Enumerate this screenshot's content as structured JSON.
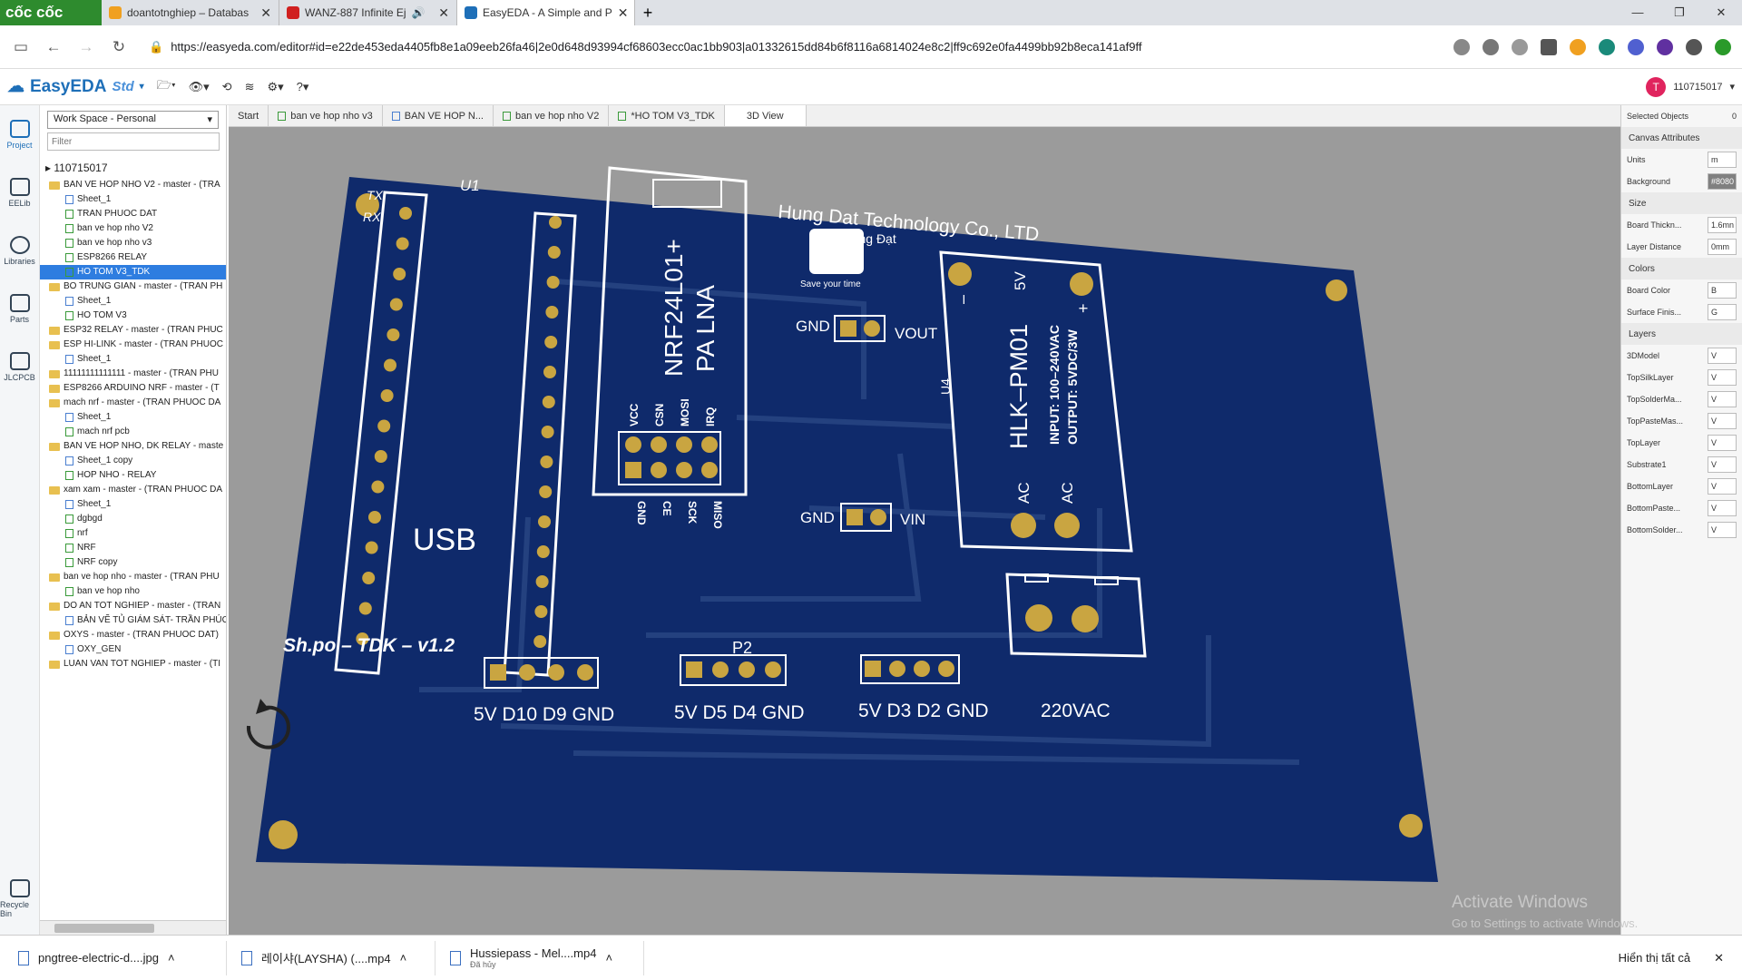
{
  "browser": {
    "brand": "cốc cốc",
    "tabs": [
      {
        "title": "doantotnghiep – Databas",
        "color": "#f0a020"
      },
      {
        "title": "WANZ-887 Infinite Ej",
        "color": "#d02020"
      },
      {
        "title": "EasyEDA - A Simple and P",
        "color": "#1e6fb8"
      }
    ],
    "url": "https://easyeda.com/editor#id=e22de453eda4405fb8e1a09eeb26fa46|2e0d648d93994cf68603ecc0ac1bb903|a01332615dd84b6f8116a6814024e8c2|ff9c692e0fa4499bb92b8eca141af9ff"
  },
  "app": {
    "logo": "EasyEDA",
    "edition": "Std",
    "user": "110715017",
    "user_initial": "T"
  },
  "rail": {
    "project": "Project",
    "eelib": "EELib",
    "libraries": "Libraries",
    "parts": "Parts",
    "jlcpcb": "JLCPCB",
    "recycle": "Recycle Bin"
  },
  "tree": {
    "workspace": "Work Space - Personal",
    "filter_placeholder": "Filter",
    "root": "110715017",
    "items": [
      {
        "t": "BAN VE HOP NHO V2 - master - (TRA",
        "k": "proj"
      },
      {
        "t": "Sheet_1",
        "k": "sch"
      },
      {
        "t": "TRAN PHUOC DAT",
        "k": "pcb"
      },
      {
        "t": "ban ve hop nho V2",
        "k": "pcb"
      },
      {
        "t": "ban ve hop nho v3",
        "k": "pcb"
      },
      {
        "t": "ESP8266 RELAY",
        "k": "pcb"
      },
      {
        "t": "HO TOM V3_TDK",
        "k": "pcb",
        "sel": true
      },
      {
        "t": "BO TRUNG GIAN - master - (TRAN PH",
        "k": "proj"
      },
      {
        "t": "Sheet_1",
        "k": "sch"
      },
      {
        "t": "HO TOM V3",
        "k": "pcb"
      },
      {
        "t": "ESP32 RELAY - master - (TRAN PHUC",
        "k": "proj"
      },
      {
        "t": "ESP HI-LINK - master - (TRAN PHUOC",
        "k": "proj"
      },
      {
        "t": "Sheet_1",
        "k": "sch"
      },
      {
        "t": "11111111111111 - master - (TRAN PHU",
        "k": "proj"
      },
      {
        "t": "ESP8266 ARDUINO NRF - master - (T",
        "k": "proj"
      },
      {
        "t": "mach nrf - master - (TRAN PHUOC DA",
        "k": "proj"
      },
      {
        "t": "Sheet_1",
        "k": "sch"
      },
      {
        "t": "mach nrf pcb",
        "k": "pcb"
      },
      {
        "t": "BAN VE HOP NHO, DK RELAY - maste",
        "k": "proj"
      },
      {
        "t": "Sheet_1 copy",
        "k": "sch"
      },
      {
        "t": "HOP NHO - RELAY",
        "k": "pcb"
      },
      {
        "t": "xam xam - master - (TRAN PHUOC DA",
        "k": "proj"
      },
      {
        "t": "Sheet_1",
        "k": "sch"
      },
      {
        "t": "dgbgd",
        "k": "pcb"
      },
      {
        "t": "nrf",
        "k": "pcb"
      },
      {
        "t": "NRF",
        "k": "pcb"
      },
      {
        "t": "NRF copy",
        "k": "pcb"
      },
      {
        "t": "ban ve hop nho - master - (TRAN PHU",
        "k": "proj"
      },
      {
        "t": "ban ve hop nho",
        "k": "pcb"
      },
      {
        "t": "DO AN TOT NGHIEP - master - (TRAN",
        "k": "proj"
      },
      {
        "t": "BẢN VẼ TỦ GIÁM SÁT- TRẦN PHÚC",
        "k": "sch"
      },
      {
        "t": "OXYS - master - (TRAN PHUOC DAT)",
        "k": "proj"
      },
      {
        "t": "OXY_GEN",
        "k": "sch"
      },
      {
        "t": "LUAN VAN TOT NGHIEP - master - (TI",
        "k": "proj"
      }
    ]
  },
  "doctabs": [
    "Start",
    "ban ve hop nho v3",
    "BAN VE HOP N...",
    "ban ve hop nho V2",
    "*HO TOM V3_TDK",
    "3D View"
  ],
  "pcb": {
    "board_color": "#0f2a6b",
    "company": "Hung Dat Technology Co., LTD",
    "brand": "Hưng Đạt",
    "tagline": "Save your time",
    "u1": "U1",
    "tx": "TX",
    "rx": "RX",
    "usb": "USB",
    "nrf1": "NRF24L01+",
    "nrf2": "PA LNA",
    "nrf_top": [
      "VCC",
      "CSN",
      "MOSI",
      "IRQ"
    ],
    "nrf_bot": [
      "GND",
      "CE",
      "SCK",
      "MISO"
    ],
    "gnd": "GND",
    "vout": "VOUT",
    "vin": "VIN",
    "u4": "U4",
    "five_v": "5V",
    "minus": "–",
    "plus": "+",
    "hlk": "HLK–PM01",
    "input": "INPUT: 100–240VAC",
    "output": "OUTPUT: 5VDC/3W",
    "ac": "AC",
    "sig": "Sh.po – TDK – v1.2",
    "p2": "P2",
    "h1": "5V D10 D9 GND",
    "h2": "5V D5 D4 GND",
    "h3": "5V D3 D2 GND",
    "vac": "220VAC"
  },
  "props": {
    "selected_label": "Selected Objects",
    "selected_count": "0",
    "canvas_attrs": "Canvas Attributes",
    "units_label": "Units",
    "units_val": "m",
    "bg_label": "Background",
    "bg_val": "#8080",
    "size": "Size",
    "thick_label": "Board Thickn...",
    "thick_val": "1.6mn",
    "layerdist_label": "Layer Distance",
    "layerdist_val": "0mm",
    "colors": "Colors",
    "boardcolor_label": "Board Color",
    "boardcolor_val": "B",
    "finish_label": "Surface Finis...",
    "finish_val": "G",
    "layers": "Layers",
    "layer_list": [
      "3DModel",
      "TopSilkLayer",
      "TopSolderMa...",
      "TopPasteMas...",
      "TopLayer",
      "Substrate1",
      "BottomLayer",
      "BottomPaste...",
      "BottomSolder..."
    ],
    "layer_val": "V"
  },
  "downloads": [
    {
      "name": "pngtree-electric-d....jpg",
      "sub": ""
    },
    {
      "name": "레이샤(LAYSHA) (....mp4",
      "sub": ""
    },
    {
      "name": "Hussiepass - Mel....mp4",
      "sub": "Đã hủy"
    }
  ],
  "show_all": "Hiển thị tất cả",
  "watermark": {
    "line1": "Activate Windows",
    "line2": "Go to Settings to activate Windows."
  }
}
